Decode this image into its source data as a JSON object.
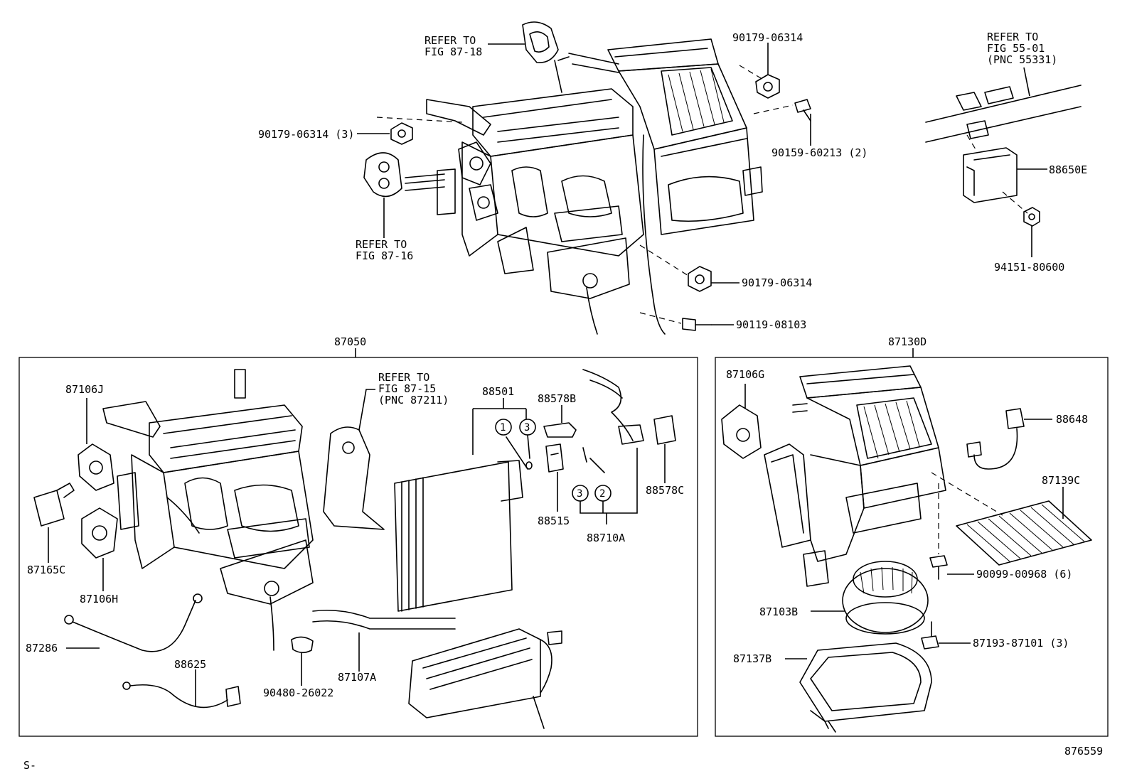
{
  "labels": {
    "refer_87_18_l1": "REFER TO",
    "refer_87_18_l2": "FIG 87-18",
    "p90179_06314_top": "90179-06314",
    "p90179_06314_3": "90179-06314 (3)",
    "p90159_60213": "90159-60213 (2)",
    "refer_87_16_l1": "REFER TO",
    "refer_87_16_l2": "FIG 87-16",
    "p90179_06314_mid": "90179-06314",
    "p90119_08103": "90119-08103",
    "refer_55_01_l1": "REFER TO",
    "refer_55_01_l2": "FIG 55-01",
    "refer_55_01_l3": "(PNC 55331)",
    "p88650E": "88650E",
    "p94151_80600": "94151-80600",
    "p87050": "87050",
    "p87130D": "87130D",
    "p87106J": "87106J",
    "refer_87_15_l1": "REFER TO",
    "refer_87_15_l2": "FIG 87-15",
    "refer_87_15_l3": "(PNC 87211)",
    "p88501": "88501",
    "p88578B": "88578B",
    "circ1": "1",
    "circ3a": "3",
    "circ3b": "3",
    "circ2": "2",
    "p88578C": "88578C",
    "p88515": "88515",
    "p88710A": "88710A",
    "p87165C": "87165C",
    "p87106H": "87106H",
    "p87286": "87286",
    "p88625": "88625",
    "p90480_26022": "90480-26022",
    "p87107A": "87107A",
    "p87106G": "87106G",
    "p88648": "88648",
    "p87139C": "87139C",
    "p90099_00968": "90099-00968 (6)",
    "p87103B": "87103B",
    "p87193_87101": "87193-87101 (3)",
    "p87137B": "87137B",
    "figure_number": "876559",
    "corner_mark": "S-"
  }
}
